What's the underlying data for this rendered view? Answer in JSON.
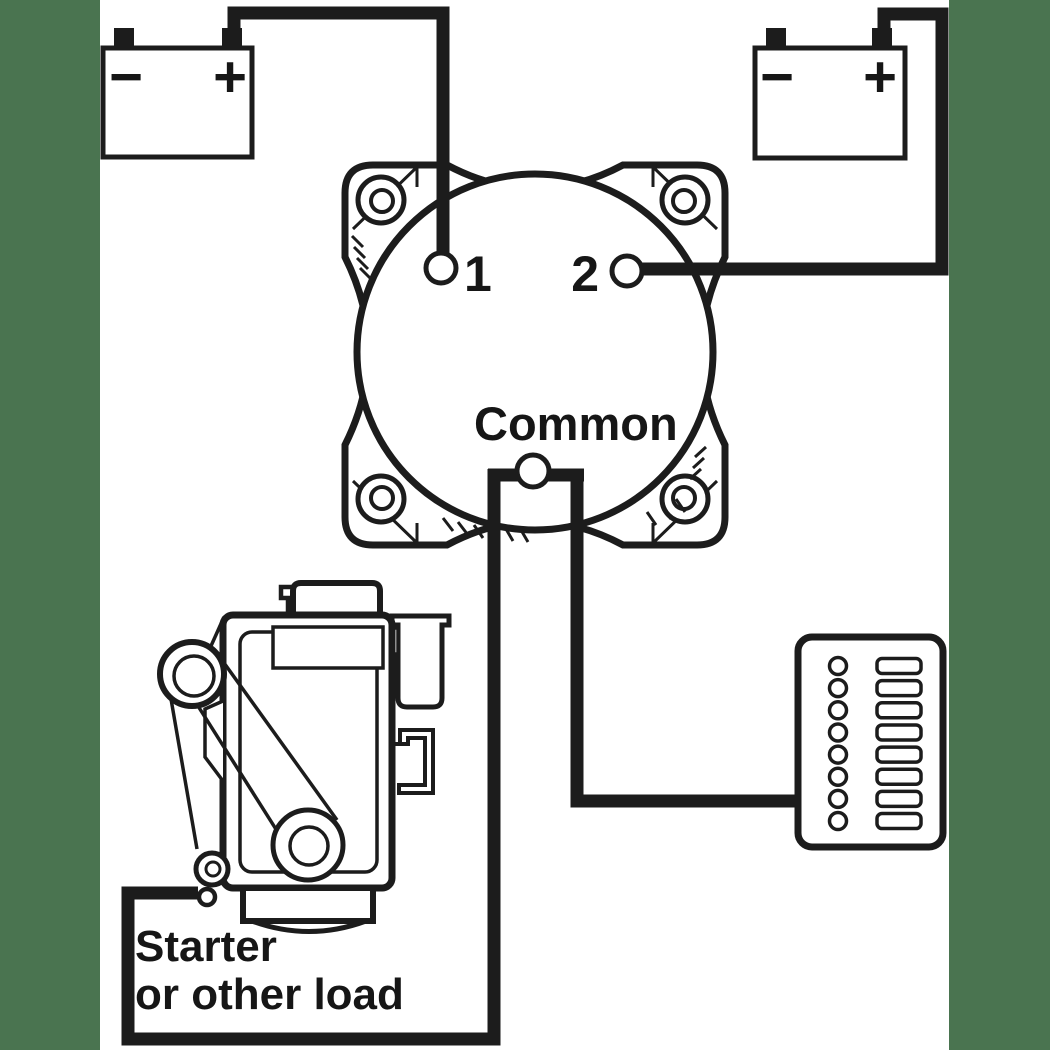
{
  "palette": {
    "side_band_color": "#4a7450",
    "content_background": "#ffffff",
    "line_color": "#1c1c1c"
  },
  "battery_left": {
    "minus_label": "−",
    "plus_label": "+"
  },
  "battery_right": {
    "minus_label": "−",
    "plus_label": "+"
  },
  "switch": {
    "terminal1_label": "1",
    "terminal2_label": "2",
    "common_label": "Common"
  },
  "load_caption": {
    "line1": "Starter",
    "line2": "or other load"
  },
  "fuse_panel": {
    "rows": 8
  }
}
